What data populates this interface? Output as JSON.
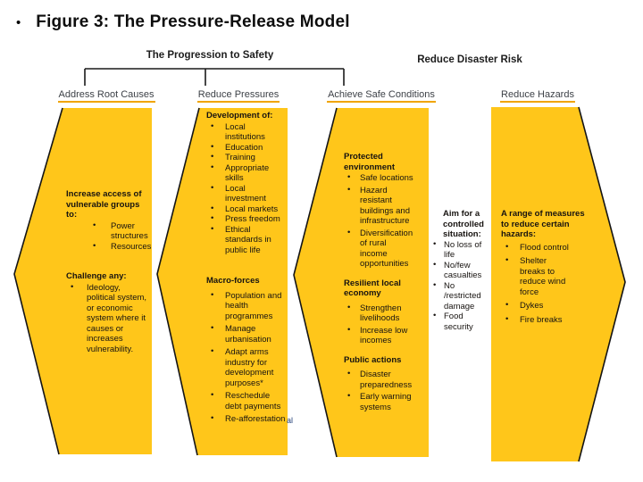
{
  "slide": {
    "title_bullet": "•",
    "title": "Figure 3: The Pressure-Release Model"
  },
  "diagram": {
    "progression_header": "The Progression to Safety",
    "risk_header": "Reduce Disaster Risk",
    "column_labels": {
      "c1": "Address Root Causes",
      "c2": "Reduce Pressures",
      "c3": "Achieve Safe Conditions",
      "c4": "Reduce Hazards"
    },
    "c1": {
      "sections": [
        {
          "heading": "Increase access of vulnerable groups to:",
          "items": [
            "Power structures",
            "Resources"
          ]
        },
        {
          "heading": "Challenge any:",
          "items": [
            "Ideology, political system, or economic system where it causes or increases vulnerability."
          ]
        }
      ]
    },
    "c2": {
      "sections": [
        {
          "heading": "Development of:",
          "items": [
            "Local institutions",
            "Education",
            "Training",
            "Appropriate skills",
            "Local investment",
            "Local markets",
            "Press freedom",
            "Ethical standards in public life"
          ]
        },
        {
          "heading": "Macro-forces",
          "items": [
            "Population and health programmes",
            "Manage urbanisation",
            "Adapt arms industry for development purposes*",
            "Reschedule debt payments",
            "Re-afforestation"
          ]
        }
      ]
    },
    "c3": {
      "sections": [
        {
          "heading": "Protected environment",
          "items": [
            "Safe locations",
            "Hazard resistant buildings and infrastructure",
            "Diversification of rural income opportunities"
          ]
        },
        {
          "heading": "Resilient local economy",
          "items": [
            "Strengthen livelihoods",
            "Increase low incomes"
          ]
        },
        {
          "heading": "Public actions",
          "items": [
            "Disaster preparedness",
            "Early warning systems"
          ]
        }
      ]
    },
    "mid": {
      "heading": "Aim for a controlled situation:",
      "items": [
        "No loss of life",
        "No/few casualties",
        "No /restricted damage",
        "Food security"
      ]
    },
    "c4": {
      "heading": "A range of measures to reduce certain hazards:",
      "items": [
        "Flood control",
        "Shelter breaks to reduce wind force",
        "Dykes",
        "Fire breaks"
      ]
    },
    "fragment_text": "al",
    "colors": {
      "shape_fill": "#FFC61A",
      "shape_outline": "#141414",
      "label_underline": "#F0A500",
      "fragment_text": "#27447C"
    }
  }
}
